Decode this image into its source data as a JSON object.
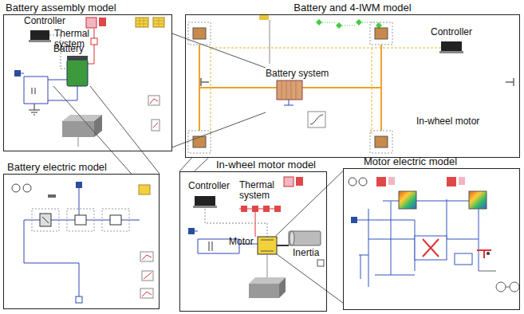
{
  "diagram": {
    "nodes": [
      {
        "text": [
          "Battery assembly model"
        ]
      },
      {
        "text": [
          "Battery"
        ],
        "in": 0
      },
      {
        "text": [
          "Battery and 4-IWM model"
        ]
      },
      {
        "text": [
          "Battery system"
        ],
        "in": 2
      },
      {
        "text": [
          "Battery electric model"
        ]
      },
      {
        "text": [
          "In-wheel motor model"
        ]
      },
      {
        "text": [
          "Motor"
        ],
        "in": 5
      },
      {
        "text": [
          "Motor electric model"
        ]
      }
    ],
    "edges": [
      {
        "from": 0,
        "to": 3,
        "arrow": "none"
      },
      {
        "from": 4,
        "to": 1,
        "arrow": "none"
      },
      {
        "from": 5,
        "to": 2,
        "arrow": "none"
      },
      {
        "from": 7,
        "to": 6,
        "arrow": "none"
      }
    ],
    "labels": [
      "Controller",
      "Thermal system",
      "Controller",
      "In-wheel motor",
      "Controller",
      "Thermal system",
      "Inertia"
    ]
  }
}
